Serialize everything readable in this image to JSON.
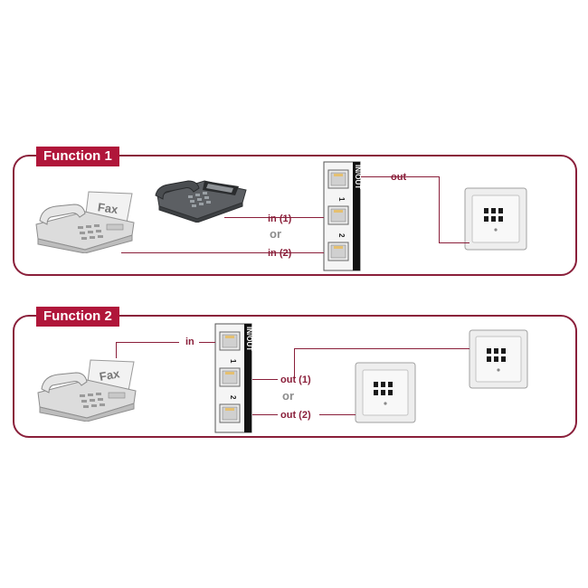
{
  "function1": {
    "title": "Function 1",
    "fax_text": "Fax",
    "in1": "in (1)",
    "or": "or",
    "in2": "in (2)",
    "out": "out",
    "port_inout": "IN/OUT",
    "port1": "1",
    "port2": "2"
  },
  "function2": {
    "title": "Function 2",
    "fax_text": "Fax",
    "in": "in",
    "out1": "out (1)",
    "or": "or",
    "out2": "out (2)",
    "port_inout": "IN/OUT",
    "port1": "1",
    "port2": "2"
  },
  "colors": {
    "accent": "#8a1f3a",
    "title_bg": "#b0163a",
    "or_text": "#8c8c8c"
  }
}
